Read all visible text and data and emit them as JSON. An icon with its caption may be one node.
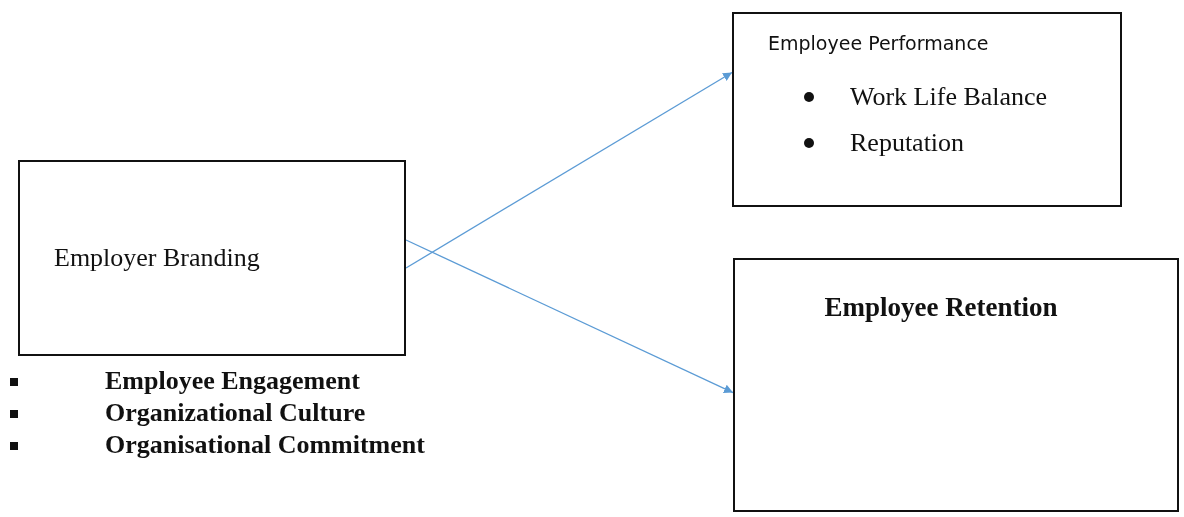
{
  "diagram": {
    "nodes": [
      {
        "text": [
          "Employer Branding"
        ]
      },
      {
        "text": [
          "Employee Performance",
          "Work Life Balance",
          "Reputation"
        ]
      },
      {
        "text": [
          "Employee Retention"
        ]
      }
    ],
    "edges": [
      {
        "from": 0,
        "to": 1,
        "arrow": "to"
      },
      {
        "from": 0,
        "to": 2,
        "arrow": "to"
      }
    ],
    "labels": [
      "Employee Engagement",
      "Organizational Culture",
      "Organisational Commitment"
    ]
  }
}
